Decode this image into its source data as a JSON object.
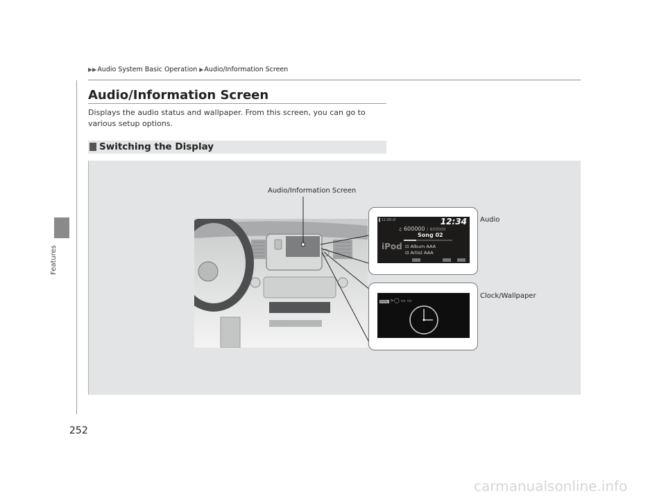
{
  "breadcrumb": {
    "item1": "Audio System Basic Operation",
    "item2": "Audio/Information Screen"
  },
  "sidebar": {
    "section": "Features"
  },
  "page": {
    "title": "Audio/Information Screen",
    "intro": "Displays the audio status and wallpaper. From this screen, you can go to various setup options.",
    "section_heading": "Switching the Display",
    "page_number": "252"
  },
  "figure": {
    "label_screen": "Audio/Information Screen",
    "label_audio": "Audio",
    "label_clock": "Clock/Wallpaper"
  },
  "audio_screen": {
    "clock": "12:34",
    "status_time": "11:00",
    "track_number": "600000",
    "track_total": "600000",
    "song": "Song 02",
    "source_logo": "iPod",
    "album": "Album AAA",
    "artist": "Artist AAA"
  },
  "clock_screen": {
    "menu_label": "MENU"
  },
  "watermark": "carmanualsonline.info",
  "colors": {
    "panel": "#e3e4e5",
    "screen": "#1d1a1a",
    "section_bar": "#e4e6e8"
  }
}
